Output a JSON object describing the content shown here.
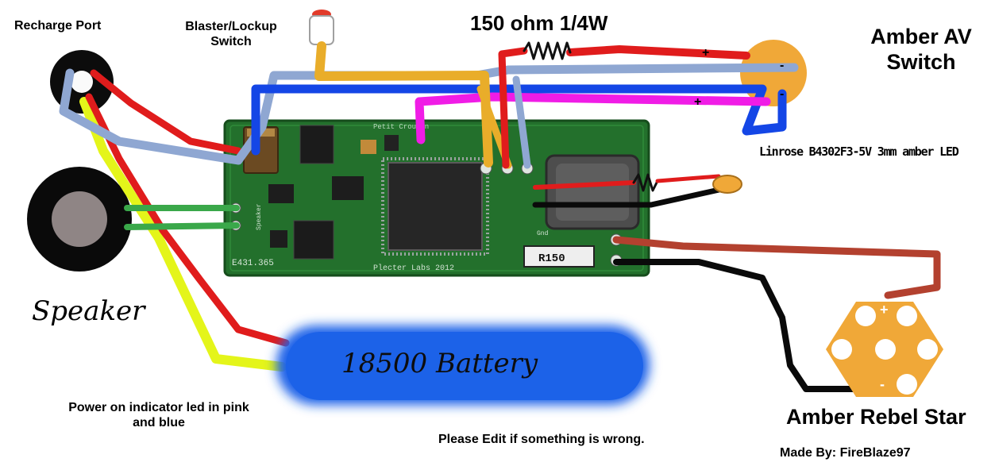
{
  "labels": {
    "recharge_port": "Recharge Port",
    "blaster_switch_line1": "Blaster/Lockup",
    "blaster_switch_line2": "Switch",
    "resistor_150": "150 ohm 1/4W",
    "av_switch_line1": "Amber AV",
    "av_switch_line2": "Switch",
    "av_plus": "+",
    "av_minus_top": "-",
    "av_minus_bottom": "-",
    "pink_plus": "+",
    "led_part": "Linrose B4302F3-5V 3mm amber LED",
    "speaker": "Speaker",
    "battery": "18500 Battery",
    "power_led_line1": "Power on indicator led in pink",
    "power_led_line2": "and blue",
    "edit_note": "Please Edit if something is wrong.",
    "rebel_star": "Amber Rebel Star",
    "star_plus": "+",
    "star_minus": "-",
    "made_by": "Made By: FireBlaze97"
  },
  "board": {
    "name": "Petit Crouton",
    "id": "E431.365",
    "maker": "Plecter Labs 2012",
    "resistor_code": "R150",
    "pad_speaker": "Speaker",
    "pad_gnd": "Gnd"
  },
  "colors": {
    "board": "#23702c",
    "wire_red": "#e01c1c",
    "wire_blue": "#1446e6",
    "wire_lightblue": "#8fa7d2",
    "wire_yellow": "#e9ad2a",
    "wire_pink": "#f01ce6",
    "wire_black": "#0a0a0a",
    "wire_green": "#3aa84a",
    "wire_lime": "#e4f51a",
    "wire_brown": "#b3412f",
    "amber": "#f0a838",
    "battery": "#1c62e8"
  }
}
